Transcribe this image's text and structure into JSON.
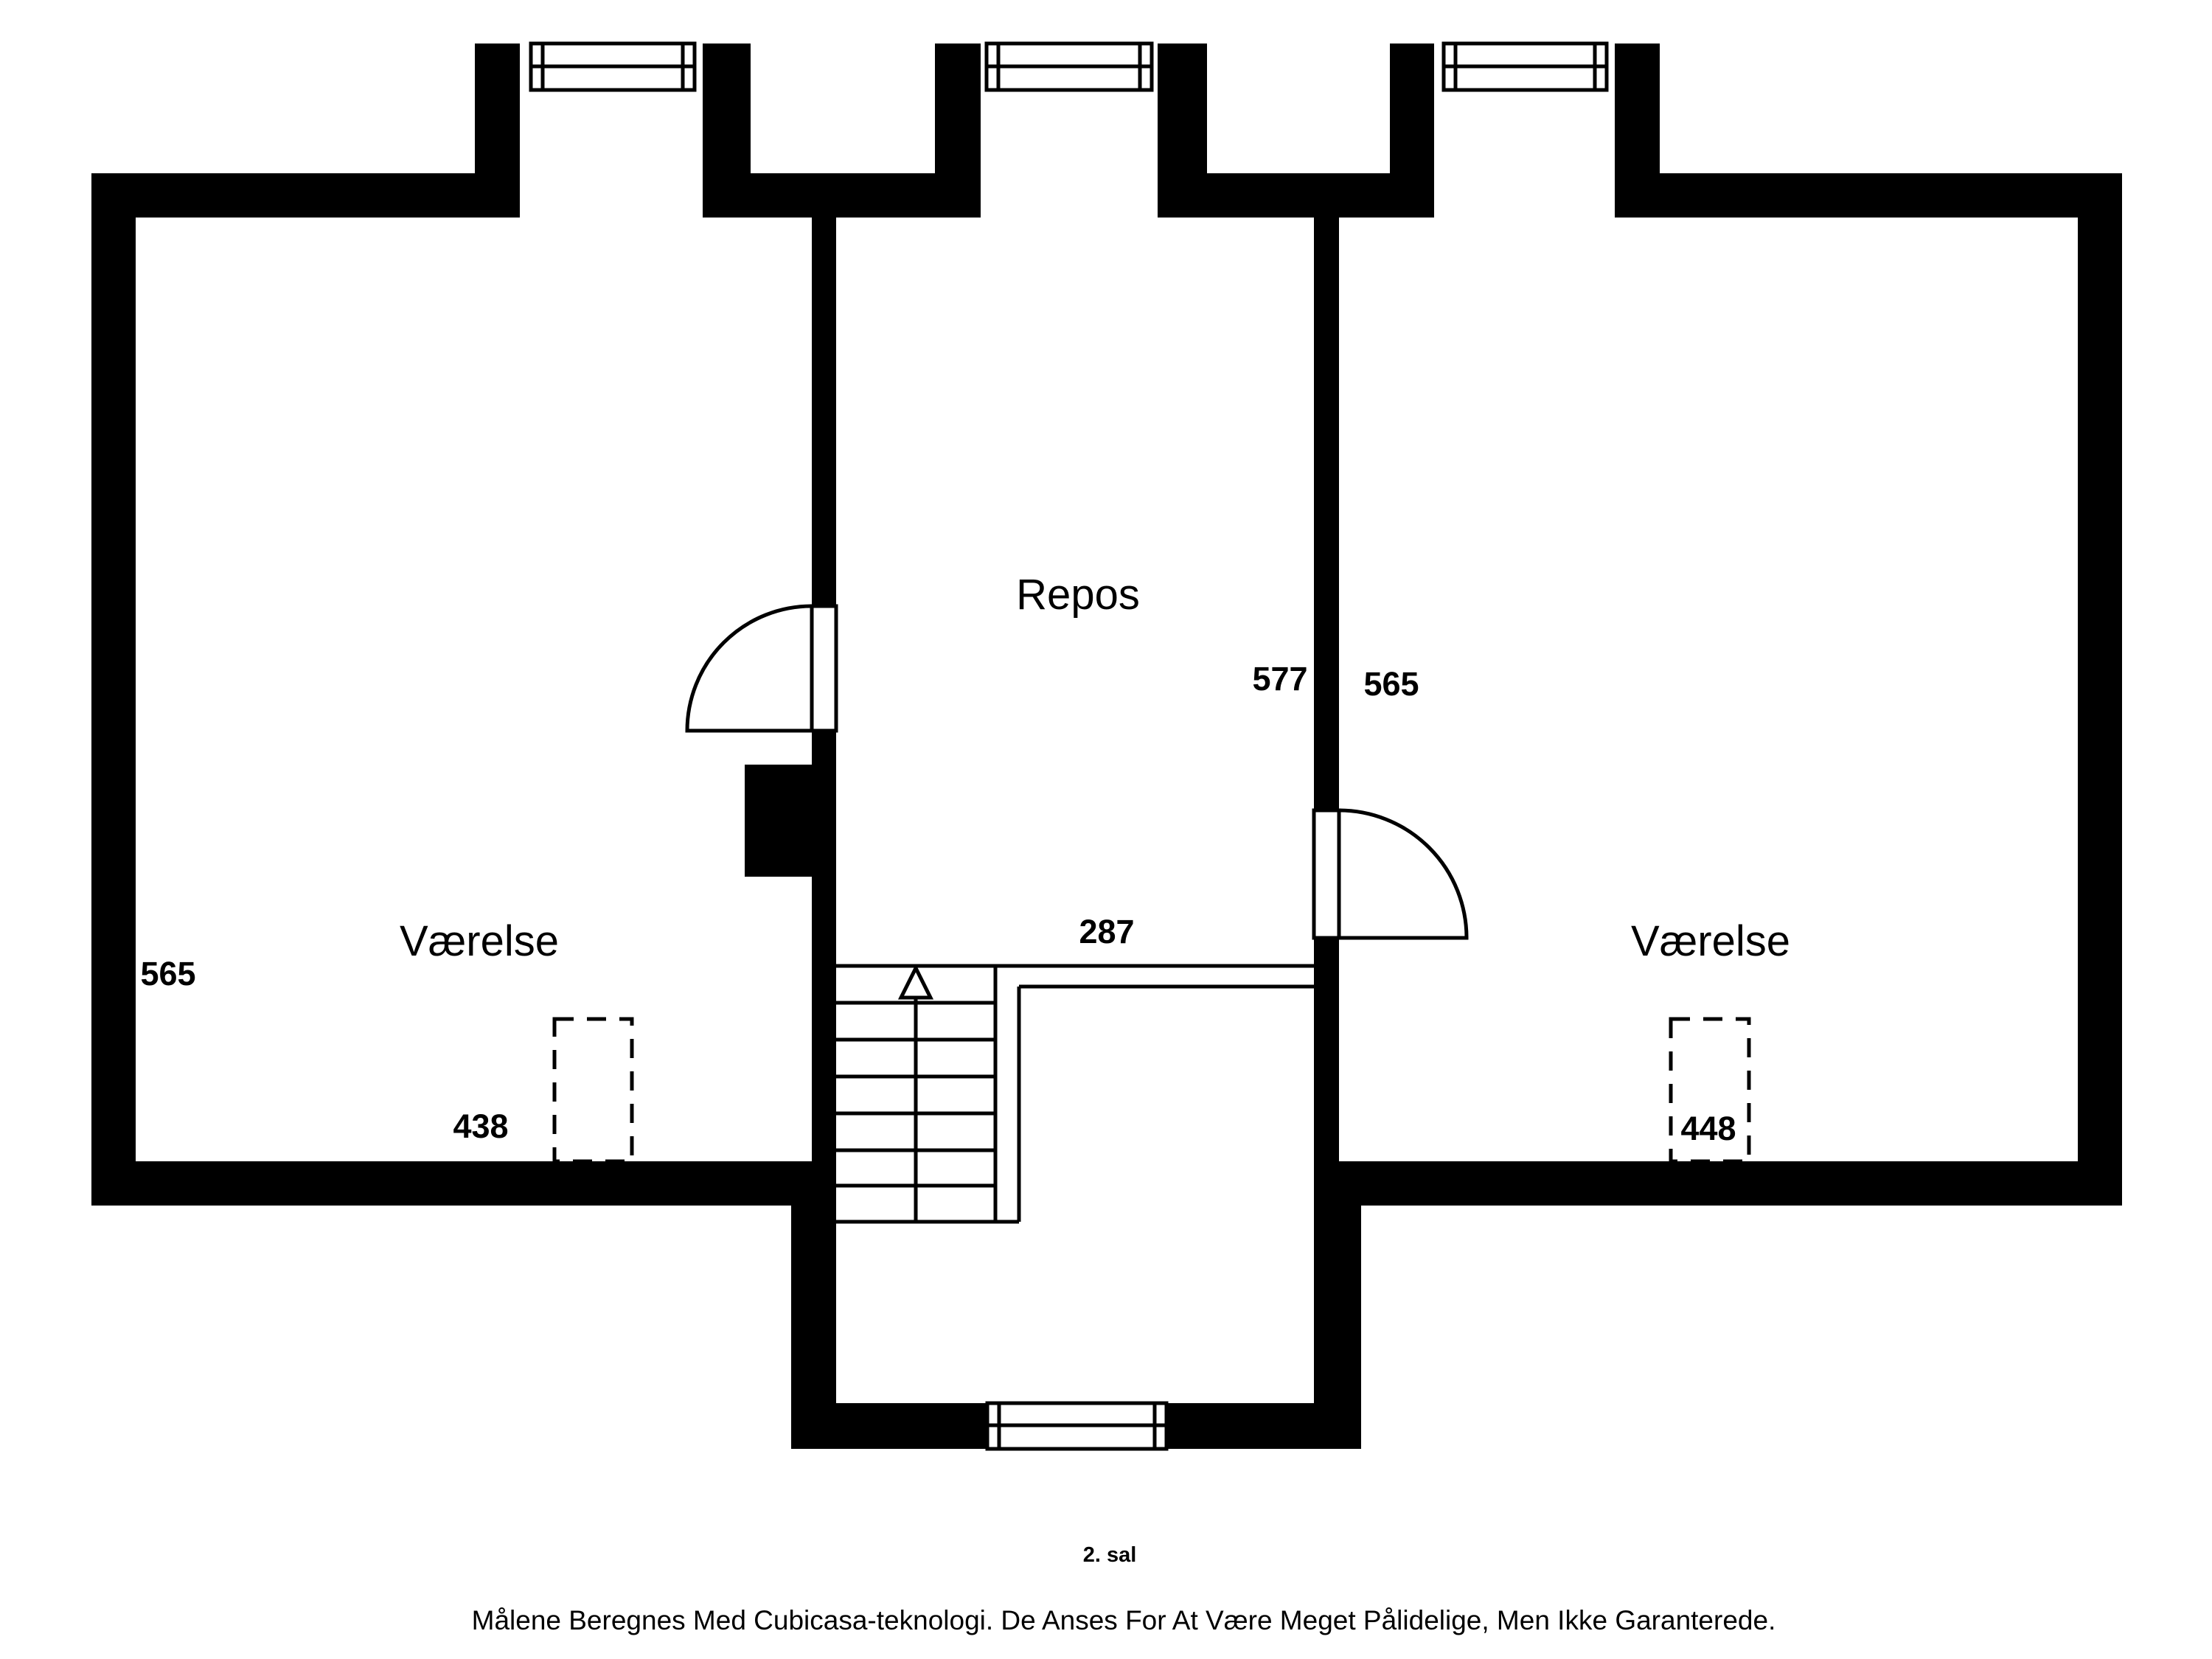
{
  "labels": {
    "room_left": "Værelse",
    "room_center": "Repos",
    "room_right": "Værelse",
    "dim_left_height": "565",
    "dim_center_height": "577",
    "dim_right_height": "565",
    "dim_center_width": "287",
    "dim_left_width": "438",
    "dim_right_width": "448",
    "floor": "2. sal",
    "disclaimer": "Målene Beregnes Med Cubicasa-teknologi. De Anses For At Være Meget Pålidelige, Men Ikke Garanterede."
  },
  "icons": {
    "stairs_direction": "up-arrow"
  },
  "colors": {
    "wall": "#000000",
    "background": "#ffffff",
    "text": "#000000"
  }
}
